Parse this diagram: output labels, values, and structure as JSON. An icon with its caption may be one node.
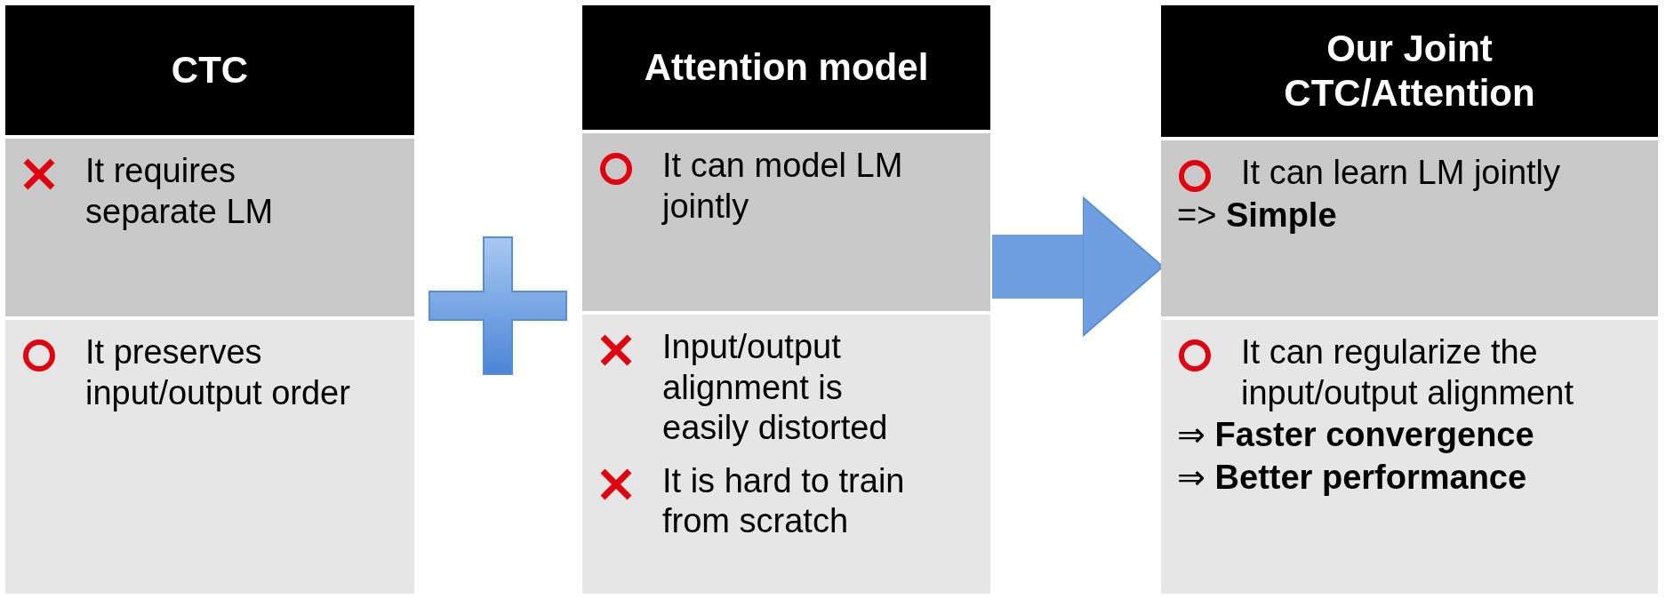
{
  "diagram": {
    "nodes": [
      {
        "text": [
          "CTC"
        ]
      },
      {
        "text": [
          "It requires separate LM"
        ]
      },
      {
        "text": [
          "It preserves input/output order"
        ]
      },
      {
        "text": [
          "Attention model"
        ]
      },
      {
        "text": [
          "It can model LM jointly"
        ]
      },
      {
        "text": [
          "Input/output alignment is easily distorted",
          "It is hard to train from scratch"
        ]
      },
      {
        "text": [
          "Our Joint CTC/Attention"
        ]
      },
      {
        "text": [
          "It can learn LM jointly",
          "=> **Simple**"
        ]
      },
      {
        "text": [
          "It can regularize the input/output alignment",
          "⇒ **Faster convergence**",
          "⇒ **Better performance**"
        ]
      }
    ],
    "edges": [
      {
        "from": 4,
        "to": 7,
        "arrow": "to"
      }
    ]
  }
}
